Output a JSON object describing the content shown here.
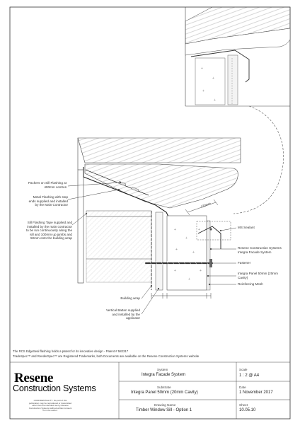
{
  "callouts": {
    "packers": [
      "Packers on Sill Flashing at",
      "400mm centres"
    ],
    "metal_flashing": [
      "Metal Flashing with stop",
      "ends supplied and installed",
      "by the Main Contractor"
    ],
    "tape": [
      "Sill Flashing Tape supplied and",
      "installed by the main contractor",
      "to be run continuously along the",
      "sill and 100mm up jambs and",
      "50mm onto the building wrap"
    ],
    "building_wrap": "Building wrap",
    "vertical_batten": [
      "Vertical Batten supplied",
      "and installed by the",
      "applicator"
    ],
    "ms_sealant": "MS Sealant",
    "resene_systems": [
      "Resene Construction Systems",
      "Integra Facade System"
    ],
    "fastener": "Fastener",
    "integra_panel": [
      "Integra Panel 50mm (20mm",
      "Cavity)"
    ],
    "reinforcing_mesh": "Reinforcing Mesh",
    "dim_label": "120mm"
  },
  "footer": {
    "line1": "The RCS EdgeSeal flashing holds a patent for its innovative design - Patent # 582317",
    "line2": "TradeSpec™ and RenderSpec™ are Registered Trademarks, both Documents are available on the Resene Construction Systems website"
  },
  "title_block": {
    "system_label": "System",
    "system_value": "Integra Facade System",
    "scale_label": "Scale",
    "scale_value": "1 : 2 @ A4",
    "substrate_label": "Substrate",
    "substrate_value": "Integra Panel 50mm (20mm Cavity)",
    "date_label": "Date",
    "date_value": "1 November 2017",
    "drawing_label": "Drawing Name",
    "drawing_value": "Timber Window Sill - Option 1",
    "sheet_label": "Sheet",
    "sheet_value": "10.05.10"
  },
  "brand": {
    "name1": "Resene",
    "name2": "Construction Systems",
    "confidential": "CONFIDENTIALITY: No part of this publication may be reproduced or transmitted other than the intended use by Resene Construction Systems without written consent from the author."
  },
  "colors": {
    "line": "#333333",
    "grey": "#9a9a9a",
    "hatch": "#777777"
  }
}
